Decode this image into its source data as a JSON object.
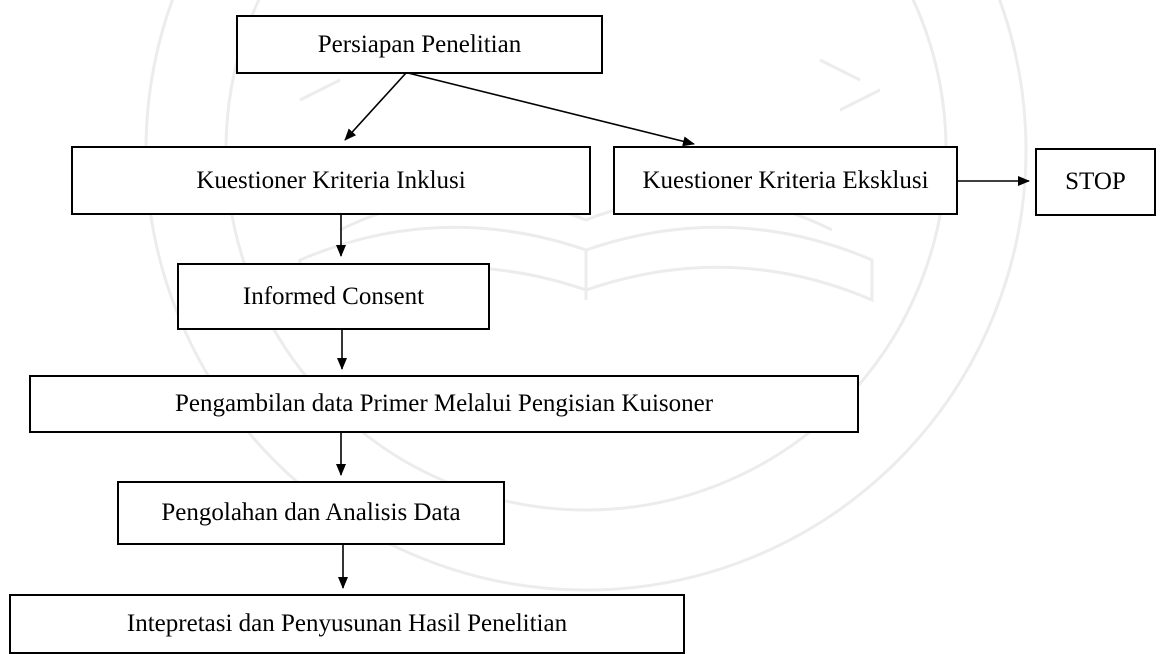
{
  "colors": {
    "ink": "#000000",
    "background": "#ffffff",
    "watermark": "#d6d6d6"
  },
  "watermark": {
    "icon": "university-seal-watermark"
  },
  "flowchart": {
    "nodes": {
      "persiapan": "Persiapan Penelitian",
      "inklusi": "Kuestioner Kriteria Inklusi",
      "eksklusi": "Kuestioner Kriteria Eksklusi",
      "stop": "STOP",
      "consent": "Informed Consent",
      "pengambilan": "Pengambilan data Primer Melalui Pengisian Kuisoner",
      "pengolahan": "Pengolahan dan Analisis Data",
      "interpretasi": "Intepretasi dan Penyusunan Hasil Penelitian"
    },
    "edges": [
      [
        "persiapan",
        "inklusi"
      ],
      [
        "persiapan",
        "eksklusi"
      ],
      [
        "eksklusi",
        "stop"
      ],
      [
        "inklusi",
        "consent"
      ],
      [
        "consent",
        "pengambilan"
      ],
      [
        "pengambilan",
        "pengolahan"
      ],
      [
        "pengolahan",
        "interpretasi"
      ]
    ]
  }
}
